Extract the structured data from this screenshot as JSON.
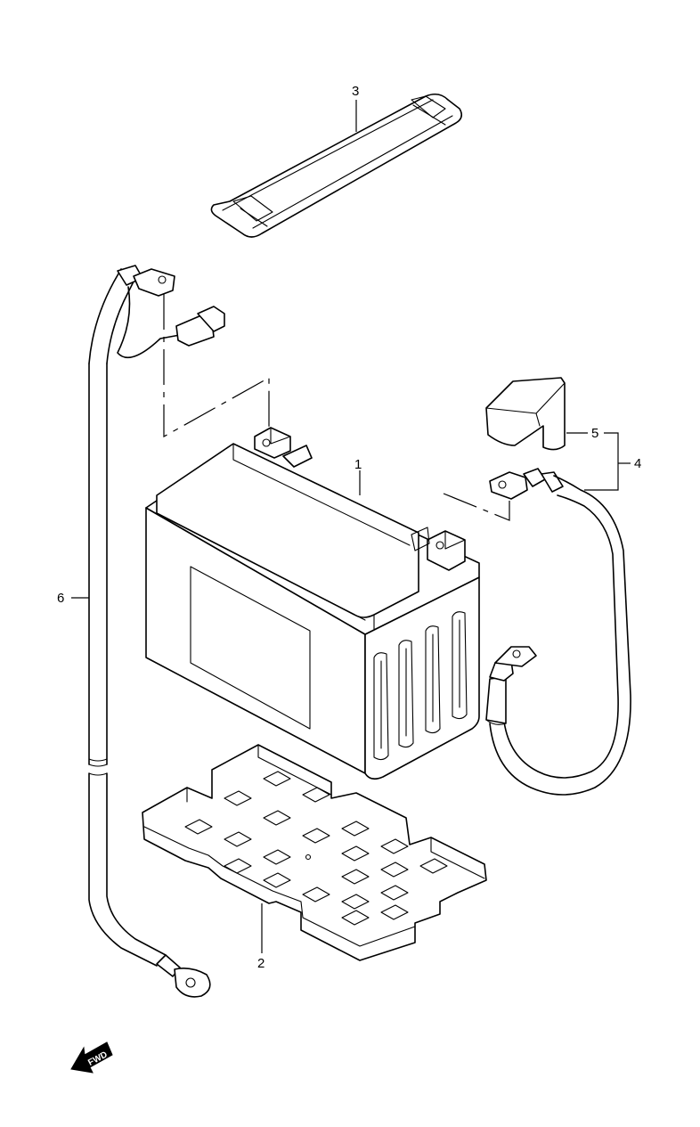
{
  "part_labels": {
    "battery": "1",
    "battery_tray": "2",
    "battery_band": "3",
    "positive_lead_set": "4",
    "terminal_cover": "5",
    "negative_lead_wire": "6"
  },
  "direction_arrow": "FWD"
}
